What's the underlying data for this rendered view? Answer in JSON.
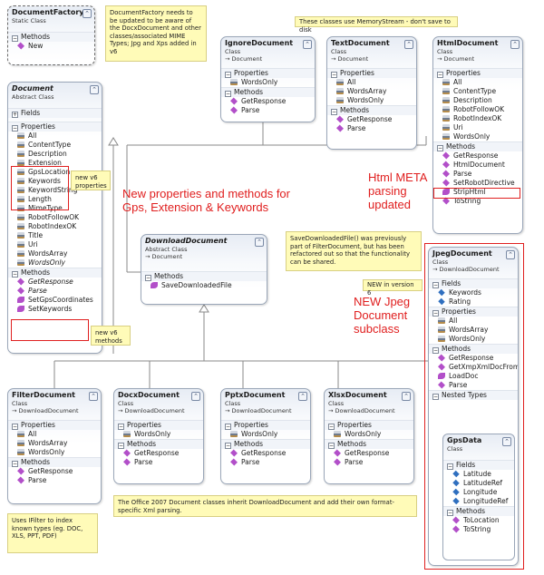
{
  "notes": {
    "factory_note": "DocumentFactory needs to be updated to be aware of the DocxDocument and other classes/associated MIME Types; Jpg and Xps added in v6",
    "memstream_note": "These classes use MemoryStream - don't save to disk",
    "props_note": "new v6 properties",
    "methods_note": "new v6 methods",
    "save_note": "SaveDownloadedFile() was previously part of FilterDocument, but has been refactored out so that the functionality can be shared.",
    "new_note": "NEW in version 6",
    "office_note": "The Office 2007 Document classes inherit DownloadDocument and add their own format-specific Xml parsing.",
    "ifilter_note": "Uses IFilter to index known types (eg. DOC, XLS, PPT, PDF)"
  },
  "callouts": {
    "new_props": "New properties and methods for Gps, Extension & Keywords",
    "html_meta": "Html META parsing updated",
    "jpeg_sub": "NEW Jpeg Document subclass"
  },
  "labels": {
    "class": "Class",
    "static_class": "Static Class",
    "abstract_class": "Abstract Class",
    "fields": "Fields",
    "properties": "Properties",
    "methods": "Methods",
    "nested_types": "Nested Types"
  },
  "classes": {
    "factory": {
      "name": "DocumentFactory",
      "methods": [
        "New"
      ]
    },
    "document": {
      "name": "Document",
      "properties": [
        "All",
        "ContentType",
        "Description",
        "Extension",
        "GpsLocation",
        "Keywords",
        "KeywordString",
        "Length",
        "MimeType",
        "RobotFollowOK",
        "RobotIndexOK",
        "Title",
        "Uri",
        "WordsArray",
        "WordsOnly"
      ],
      "methods": [
        "GetResponse",
        "Parse",
        "SetGpsCoordinates",
        "SetKeywords"
      ]
    },
    "ignore": {
      "name": "IgnoreDocument",
      "inherits": "Document",
      "properties": [
        "WordsOnly"
      ],
      "methods": [
        "GetResponse",
        "Parse"
      ]
    },
    "text": {
      "name": "TextDocument",
      "inherits": "Document",
      "properties": [
        "All",
        "WordsArray",
        "WordsOnly"
      ],
      "methods": [
        "GetResponse",
        "Parse"
      ]
    },
    "html": {
      "name": "HtmlDocument",
      "inherits": "Document",
      "properties": [
        "All",
        "ContentType",
        "Description",
        "RobotFollowOK",
        "RobotIndexOK",
        "Uri",
        "WordsOnly"
      ],
      "methods": [
        "GetResponse",
        "HtmlDocument",
        "Parse",
        "SetRobotDirective",
        "StripHtml",
        "ToString"
      ]
    },
    "download": {
      "name": "DownloadDocument",
      "inherits": "Document",
      "methods": [
        "SaveDownloadedFile"
      ]
    },
    "jpeg": {
      "name": "JpegDocument",
      "inherits": "DownloadDocument",
      "fields": [
        "Keywords",
        "Rating"
      ],
      "properties": [
        "All",
        "WordsArray",
        "WordsOnly"
      ],
      "methods": [
        "GetResponse",
        "GetXmpXmlDocFromI...",
        "LoadDoc",
        "Parse"
      ]
    },
    "gps": {
      "name": "GpsData",
      "fields": [
        "Latitude",
        "LatitudeRef",
        "Longitude",
        "LongitudeRef"
      ],
      "methods": [
        "ToLocation",
        "ToString"
      ]
    },
    "filter": {
      "name": "FilterDocument",
      "inherits": "DownloadDocument",
      "properties": [
        "All",
        "WordsArray",
        "WordsOnly"
      ],
      "methods": [
        "GetResponse",
        "Parse"
      ]
    },
    "docx": {
      "name": "DocxDocument",
      "inherits": "DownloadDocument",
      "properties": [
        "WordsOnly"
      ],
      "methods": [
        "GetResponse",
        "Parse"
      ]
    },
    "pptx": {
      "name": "PptxDocument",
      "inherits": "DownloadDocument",
      "properties": [
        "WordsOnly"
      ],
      "methods": [
        "GetResponse",
        "Parse"
      ]
    },
    "xlsx": {
      "name": "XlsxDocument",
      "inherits": "DownloadDocument",
      "properties": [
        "WordsOnly"
      ],
      "methods": [
        "GetResponse",
        "Parse"
      ]
    }
  },
  "colors": {
    "highlight": "#e02020",
    "note_bg": "#fffbb8",
    "callout": "#e01e1e"
  }
}
